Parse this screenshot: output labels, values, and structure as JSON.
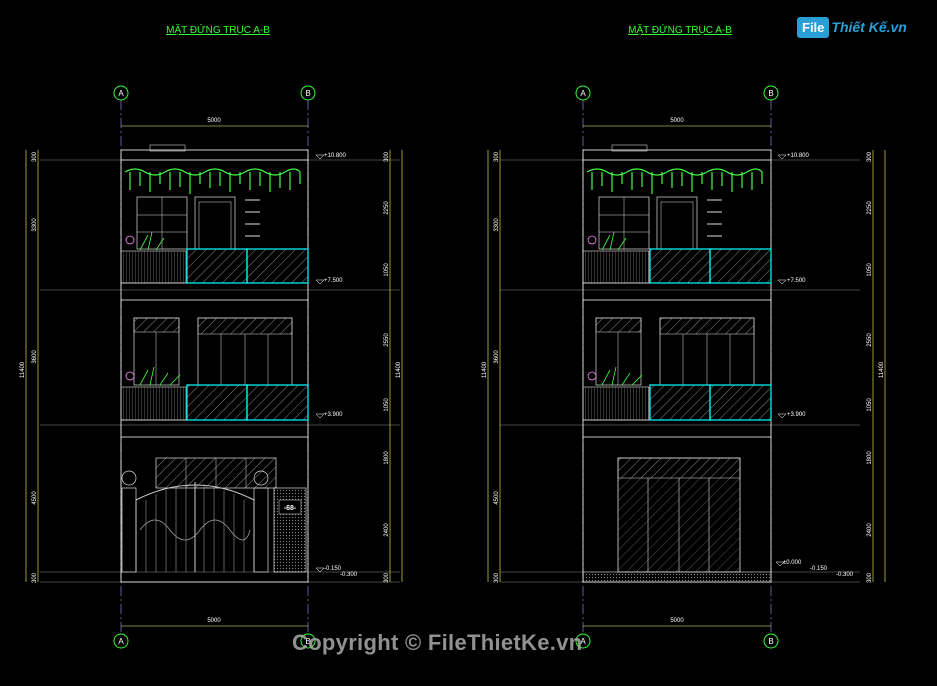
{
  "left": {
    "title": "MẶT ĐỨNG TRỤC A-B",
    "axis_top": [
      "A",
      "B"
    ],
    "axis_bottom": [
      "A",
      "B"
    ],
    "width_dim_top": "5000",
    "width_dim_bottom": "5000",
    "levels": [
      "+10.800",
      "+7.500",
      "+3.900",
      "-0.150",
      "-0.300"
    ],
    "left_dims": [
      "300",
      "3300",
      "3600",
      "4500",
      "300"
    ],
    "left_total": "11400",
    "right_dims": [
      "300",
      "2250",
      "1050",
      "2550",
      "1050",
      "1800",
      "2400",
      "300"
    ],
    "right_total": "11400",
    "house_number": "-68-"
  },
  "right": {
    "title": "MẶT ĐỨNG TRỤC A-B",
    "axis_top": [
      "A",
      "B"
    ],
    "axis_bottom": [
      "A",
      "B"
    ],
    "width_dim_top": "5000",
    "width_dim_bottom": "5000",
    "levels": [
      "+10.800",
      "+7.500",
      "+3.900",
      "±0.000",
      "-0.150",
      "-0.300"
    ],
    "left_dims": [
      "300",
      "3300",
      "3600",
      "4500",
      "300"
    ],
    "left_total": "11400",
    "right_dims": [
      "300",
      "2250",
      "1050",
      "2550",
      "1050",
      "1800",
      "2400",
      "300"
    ],
    "right_total": "11400"
  },
  "logo": {
    "box": "File",
    "rest": "Thiết Kế.vn"
  },
  "watermark": "Copyright © FileThietKe.vn",
  "colors": {
    "background": "#000000",
    "title": "#33ff33",
    "outline": "#ffffff",
    "dimension": "#ffff66",
    "glass": "#00ffff",
    "plant": "#44ff44",
    "grid": "#9999ff"
  }
}
